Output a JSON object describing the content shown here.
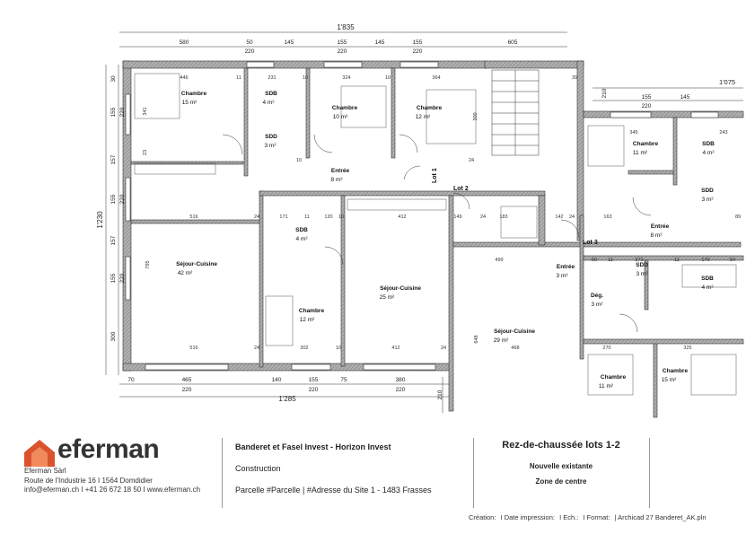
{
  "colors": {
    "wall": "#8a8a8a",
    "line": "#222222",
    "brand": "#d9532c"
  },
  "plan": {
    "overall_top": "1'835",
    "overall_bottom": "1'285",
    "overall_left": "1'230",
    "right_top": "1'075",
    "top_dims": [
      "580",
      "50",
      "220",
      "145",
      "155",
      "220",
      "145",
      "155",
      "220",
      "605"
    ],
    "bottom_dims": [
      "70",
      "465",
      "220",
      "140",
      "155",
      "220",
      "75",
      "380",
      "220",
      "210"
    ],
    "right_dims": [
      "210",
      "155",
      "220",
      "145"
    ],
    "left_dims": [
      "30",
      "155",
      "220",
      "157",
      "155",
      "220",
      "157",
      "155",
      "220",
      "300"
    ],
    "interior_dims": [
      "446",
      "11",
      "231",
      "10",
      "324",
      "10",
      "364",
      "39",
      "341",
      "23",
      "516",
      "24",
      "171",
      "11",
      "120",
      "10",
      "412",
      "149",
      "24",
      "183",
      "142",
      "24",
      "163",
      "516",
      "24",
      "302",
      "10",
      "412",
      "24",
      "468",
      "270",
      "325",
      "499",
      "60",
      "11",
      "272",
      "11",
      "170",
      "54",
      "345",
      "243",
      "89",
      "795",
      "648",
      "300",
      "10",
      "24"
    ],
    "rooms": [
      {
        "name": "Chambre",
        "area": "15 m²"
      },
      {
        "name": "SDB",
        "area": "4 m²"
      },
      {
        "name": "SDD",
        "area": "3 m²"
      },
      {
        "name": "Chambre",
        "area": "10 m²"
      },
      {
        "name": "Chambre",
        "area": "12 m²"
      },
      {
        "name": "Entrée",
        "area": "8 m²"
      },
      {
        "name": "Séjour-Cuisine",
        "area": "42 m²"
      },
      {
        "name": "SDB",
        "area": "4 m²"
      },
      {
        "name": "Séjour-Cuisine",
        "area": "25 m²"
      },
      {
        "name": "Chambre",
        "area": "12 m²"
      },
      {
        "name": "Séjour-Cuisine",
        "area": "29 m²"
      },
      {
        "name": "Chambre",
        "area": "11 m²"
      },
      {
        "name": "SDB",
        "area": "4 m²"
      },
      {
        "name": "SDD",
        "area": "3 m²"
      },
      {
        "name": "Entrée",
        "area": "8 m²"
      },
      {
        "name": "Entrée",
        "area": "3 m²"
      },
      {
        "name": "SDD",
        "area": "3 m²"
      },
      {
        "name": "SDB",
        "area": "4 m²"
      },
      {
        "name": "Dég.",
        "area": "3 m²"
      },
      {
        "name": "Chambre",
        "area": "11 m²"
      },
      {
        "name": "Chambre",
        "area": "15 m²"
      }
    ],
    "lots": [
      "Lot 1",
      "Lot 2",
      "Lot 3"
    ]
  },
  "footer": {
    "logo": "eferman",
    "company": "Eferman Sàrl",
    "address": "Route de l'Industrie 16 I 1564 Domdidier",
    "contact": "info@eferman.ch I +41 26 672 18 50 I www.eferman.ch",
    "client": "Banderet et Fasel Invest - Horizon Invest",
    "type": "Construction",
    "site": "Parcelle #Parcelle  |  #Adresse du Site 1 - 1483 Frasses",
    "title": "Rez-de-chaussée lots 1-2",
    "subtitle1": "Nouvelle existante",
    "subtitle2": "Zone de centre",
    "meta": [
      "Création:",
      "I Date impression:",
      "I Ech.:",
      "I Format:",
      "|  Archicad 27 Banderet_AK.pln"
    ]
  }
}
